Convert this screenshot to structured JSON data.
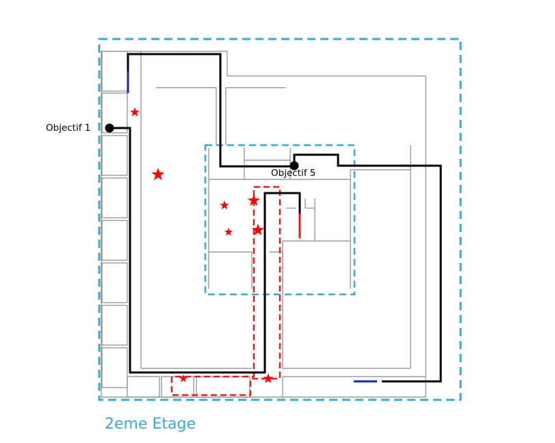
{
  "colors": {
    "zone_outline": "#36a9d8",
    "danger_zone": "#e01a1a",
    "route": "#000000",
    "door_marker": "#1a22c8",
    "hazard_star": "#ff0000",
    "wall": "#888888"
  },
  "labels": {
    "objective_1": "Objectif 1",
    "objective_5": "Objectif 5",
    "floor": "2eme Etage"
  },
  "icons": {
    "hazard": "star-icon",
    "objective": "point-marker-icon"
  }
}
